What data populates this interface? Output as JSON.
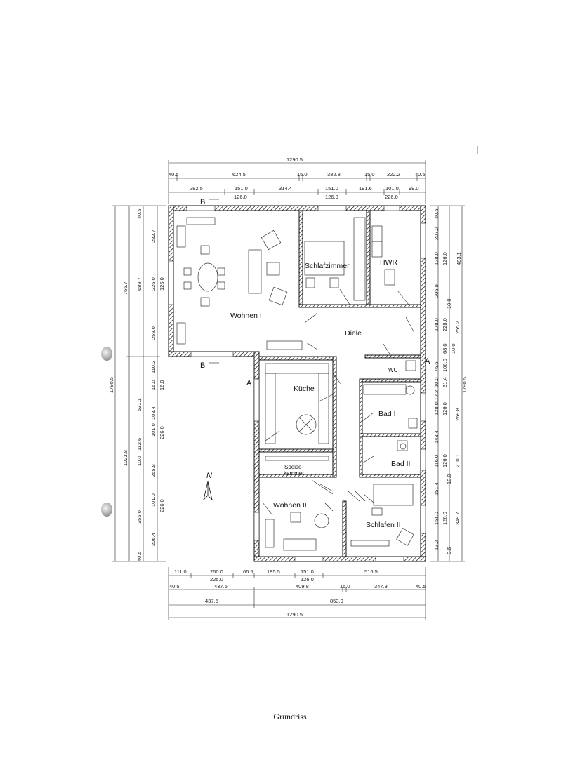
{
  "title": "Grundriss",
  "rooms": {
    "wohnen1": "Wohnen I",
    "schlafzimmer": "Schlafzimmer",
    "hwr": "HWR",
    "diele": "Diele",
    "kueche": "Küche",
    "wc": "WC",
    "bad1": "Bad I",
    "bad2": "Bad II",
    "speise1": "Speise-",
    "speise2": "kammer",
    "wohnen2": "Wohnen II",
    "schlafen2": "Schlafen II"
  },
  "section_marks": {
    "a": "A",
    "b": "B"
  },
  "north": "N",
  "dims": {
    "top": {
      "overall": "1290.5",
      "row1": [
        "40.5",
        "624.5",
        "15.0",
        "332.8",
        "15.0",
        "222.2",
        "40.5"
      ],
      "row2": [
        "282.5",
        "151.0",
        "314.4",
        "151.0",
        "191.6",
        "101.0",
        "99.0"
      ],
      "row3": [
        "126.0",
        "126.0",
        "226.0"
      ]
    },
    "bottom": {
      "row1": [
        "111.0",
        "260.0",
        "66.5",
        "185.5",
        "151.0",
        "516.5"
      ],
      "row2": [
        "225.0",
        "126.0"
      ],
      "row3": [
        "40.5",
        "437.5",
        "409.8",
        "15.0",
        "347.3",
        "40.5"
      ],
      "row4": [
        "437.5",
        "853.0"
      ],
      "overall": "1290.5"
    },
    "left": {
      "outer": "1790.5",
      "upper": "766.7",
      "upper_inner": "689.7",
      "lower": "1023.8",
      "mid": "531.1",
      "col": [
        "40.5",
        "282.7",
        "226.0",
        "126.0",
        "259.0",
        "110.2",
        "16.0",
        "16.0",
        "103.4",
        "101.0",
        "226.0",
        "10.0",
        "112.6",
        "265.8",
        "101.0",
        "226.0",
        "355.0",
        "206.4",
        "40.5"
      ]
    },
    "right": {
      "outer": "1790.5",
      "upper": "483.1",
      "col": [
        "40.5",
        "207.2",
        "128.0",
        "126.0",
        "206.9",
        "10.0",
        "178.0",
        "228.0",
        "255.2",
        "68.0",
        "10.0",
        "76.6",
        "106.0",
        "31.4",
        "10.0",
        "112.2",
        "128.0",
        "126.0",
        "269.8",
        "143.4",
        "116.0",
        "126.0",
        "210.1",
        "10.0",
        "151.4",
        "151.0",
        "126.0",
        "349.7",
        "13.2",
        "0.6"
      ]
    }
  }
}
